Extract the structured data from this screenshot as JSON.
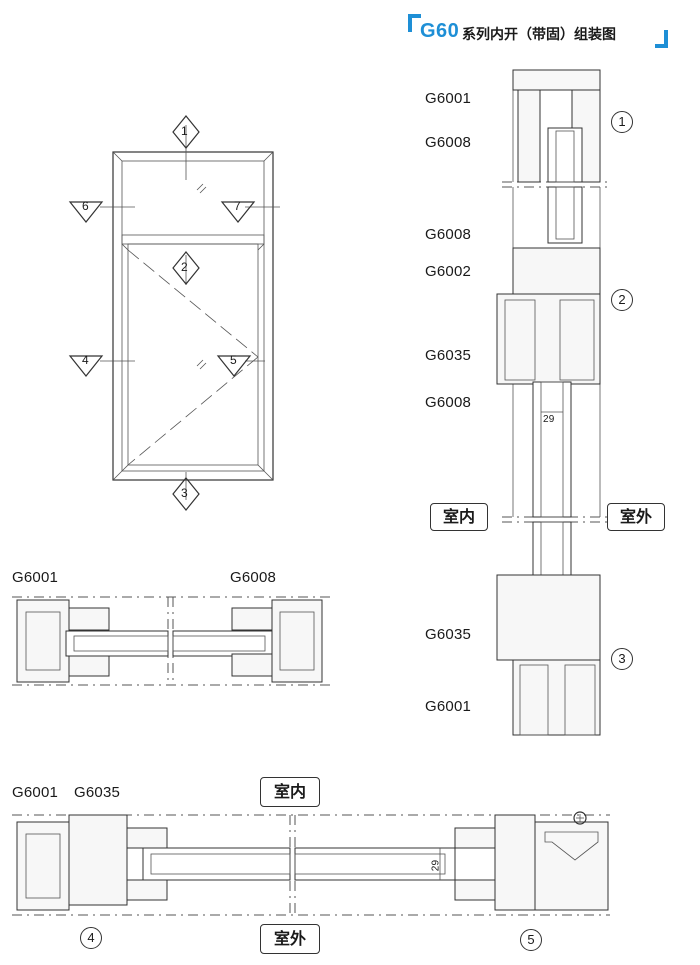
{
  "title": {
    "series": "G60",
    "text": "系列内开（带固）组装图"
  },
  "elevation": {
    "markers": [
      "1",
      "2",
      "3",
      "4",
      "5",
      "6",
      "7"
    ]
  },
  "vertical_section": {
    "part_labels": [
      "G6001",
      "G6008",
      "G6008",
      "G6002",
      "G6035",
      "G6008",
      "G6035",
      "G6001"
    ],
    "node_markers": [
      "1",
      "2",
      "3"
    ],
    "interior": "室内",
    "exterior": "室外",
    "glass_dim": "29"
  },
  "fixed_horizontal_section": {
    "left_label": "G6001",
    "right_label": "G6008"
  },
  "sash_horizontal_section": {
    "left_label": "G6001",
    "second_label": "G6035",
    "interior": "室内",
    "exterior": "室外",
    "glass_dim": "29",
    "node_markers": [
      "4",
      "5"
    ]
  }
}
